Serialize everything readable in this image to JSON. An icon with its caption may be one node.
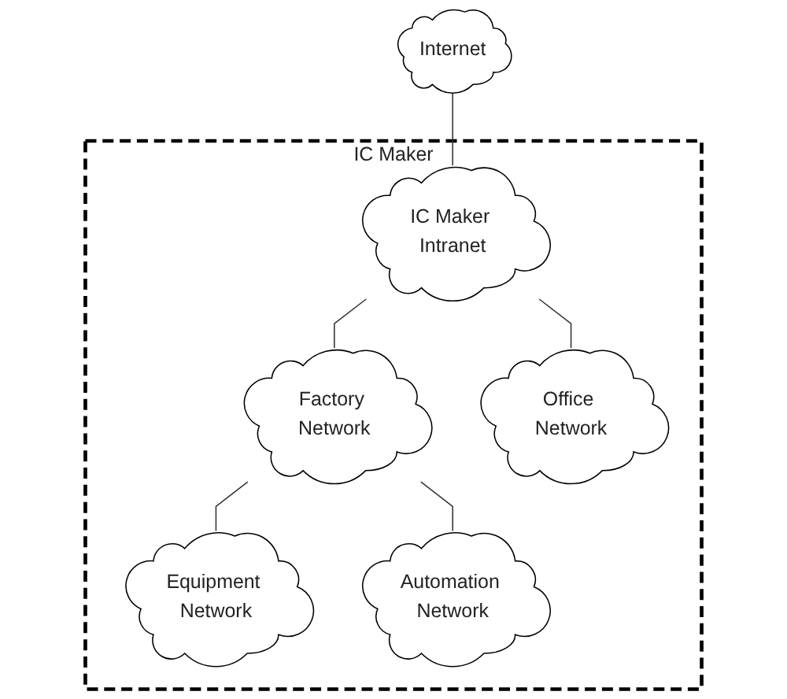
{
  "diagram": {
    "nodes": [
      {
        "text": [
          "Internet"
        ]
      },
      {
        "text": [
          "IC Maker"
        ]
      },
      {
        "text": [
          "IC Maker Intranet"
        ],
        "in": 1
      },
      {
        "text": [
          "Factory Network"
        ],
        "in": 1
      },
      {
        "text": [
          "Office Network"
        ],
        "in": 1
      },
      {
        "text": [
          "Equipment Network"
        ],
        "in": 1
      },
      {
        "text": [
          "Automation Network"
        ],
        "in": 1
      }
    ],
    "edges": [
      {
        "from": 0,
        "to": 2,
        "arrow": "none"
      },
      {
        "from": 2,
        "to": 3,
        "arrow": "none"
      },
      {
        "from": 2,
        "to": 4,
        "arrow": "none"
      },
      {
        "from": 3,
        "to": 5,
        "arrow": "none"
      },
      {
        "from": 3,
        "to": 6,
        "arrow": "none"
      }
    ]
  }
}
